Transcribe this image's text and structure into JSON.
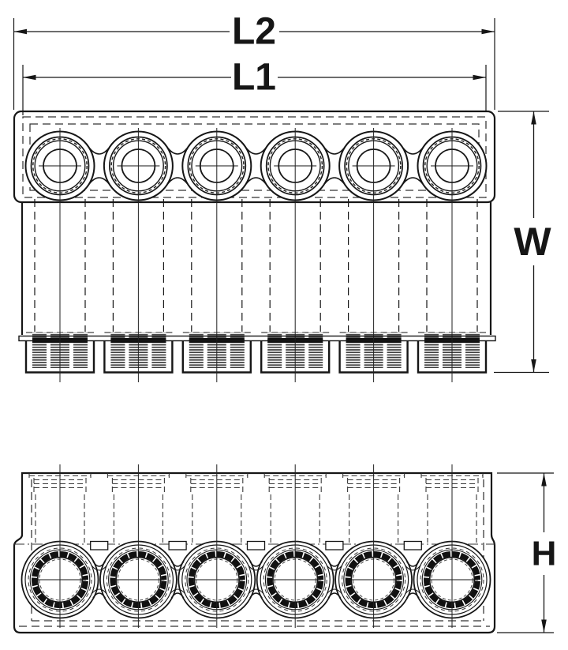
{
  "drawing": {
    "title_hint": "terminal-block-dimension-drawing",
    "positions": 6,
    "dimension_labels": {
      "overall_length": "L2",
      "inner_length": "L1",
      "width": "W",
      "height": "H"
    },
    "colors": {
      "line": "#161616",
      "hidden_line": "#3a3a3a",
      "hatch": "#333333",
      "background": "#ffffff"
    }
  }
}
